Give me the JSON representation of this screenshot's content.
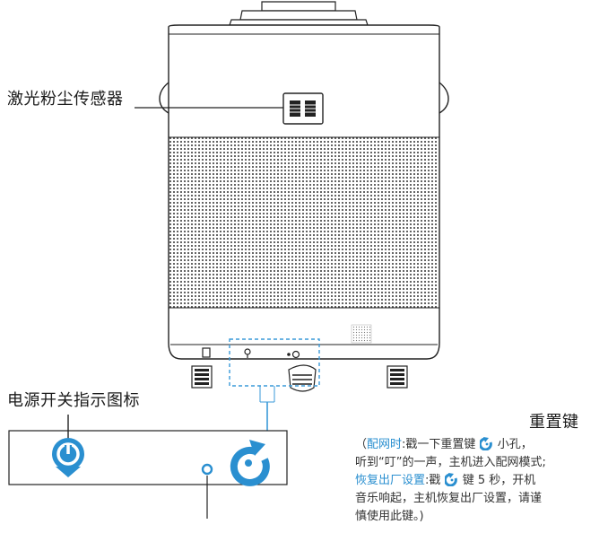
{
  "labels": {
    "sensor": "激光粉尘传感器",
    "power_indicator": "电源开关指示图标",
    "reset_key": "重置键"
  },
  "reset_note": {
    "open_paren": "（",
    "network_title": "配网时",
    "network_colon": ":",
    "network_text_a": "戳一下重置键",
    "network_text_b": "小孔，",
    "network_text_c": "听到“叮”的一声，主机进入配网模式;",
    "factory_title": "恢复出厂设置",
    "factory_colon": ":",
    "factory_text_a": "戳",
    "factory_text_b": "键 5 秒，开机",
    "factory_text_c": "音乐响起，主机恢复出厂设置，请谨",
    "factory_text_d": "慎使用此键。)"
  },
  "colors": {
    "accent": "#2a8fd0",
    "line": "#222222",
    "dashed": "#3a9ad9"
  },
  "icons": [
    "power-icon",
    "reset-icon",
    "reset-pinhole-icon",
    "sensor-icon",
    "speaker-grille"
  ]
}
